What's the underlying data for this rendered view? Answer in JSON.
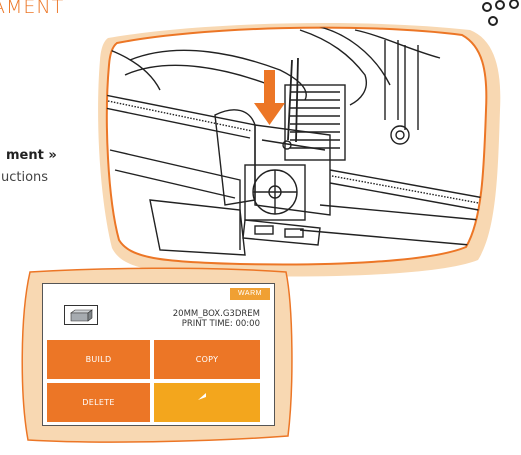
{
  "heading": "AMENT",
  "link_text": "ment »",
  "sub_text": "uctions",
  "screen": {
    "status_badge": "WARM",
    "file_name": "20MM_BOX.G3DREM",
    "print_time": "PRINT TIME: 00:00",
    "buttons": {
      "build": "BUILD",
      "copy": "COPY",
      "delete": "DELETE",
      "back_icon": "back-arrow-icon"
    }
  },
  "colors": {
    "accent": "#ec7626",
    "accent_light": "#f3a61d",
    "blob": "#f8d8b2"
  },
  "icons": [
    "down-arrow-icon",
    "file-thumbnail-icon",
    "back-arrow-icon"
  ]
}
